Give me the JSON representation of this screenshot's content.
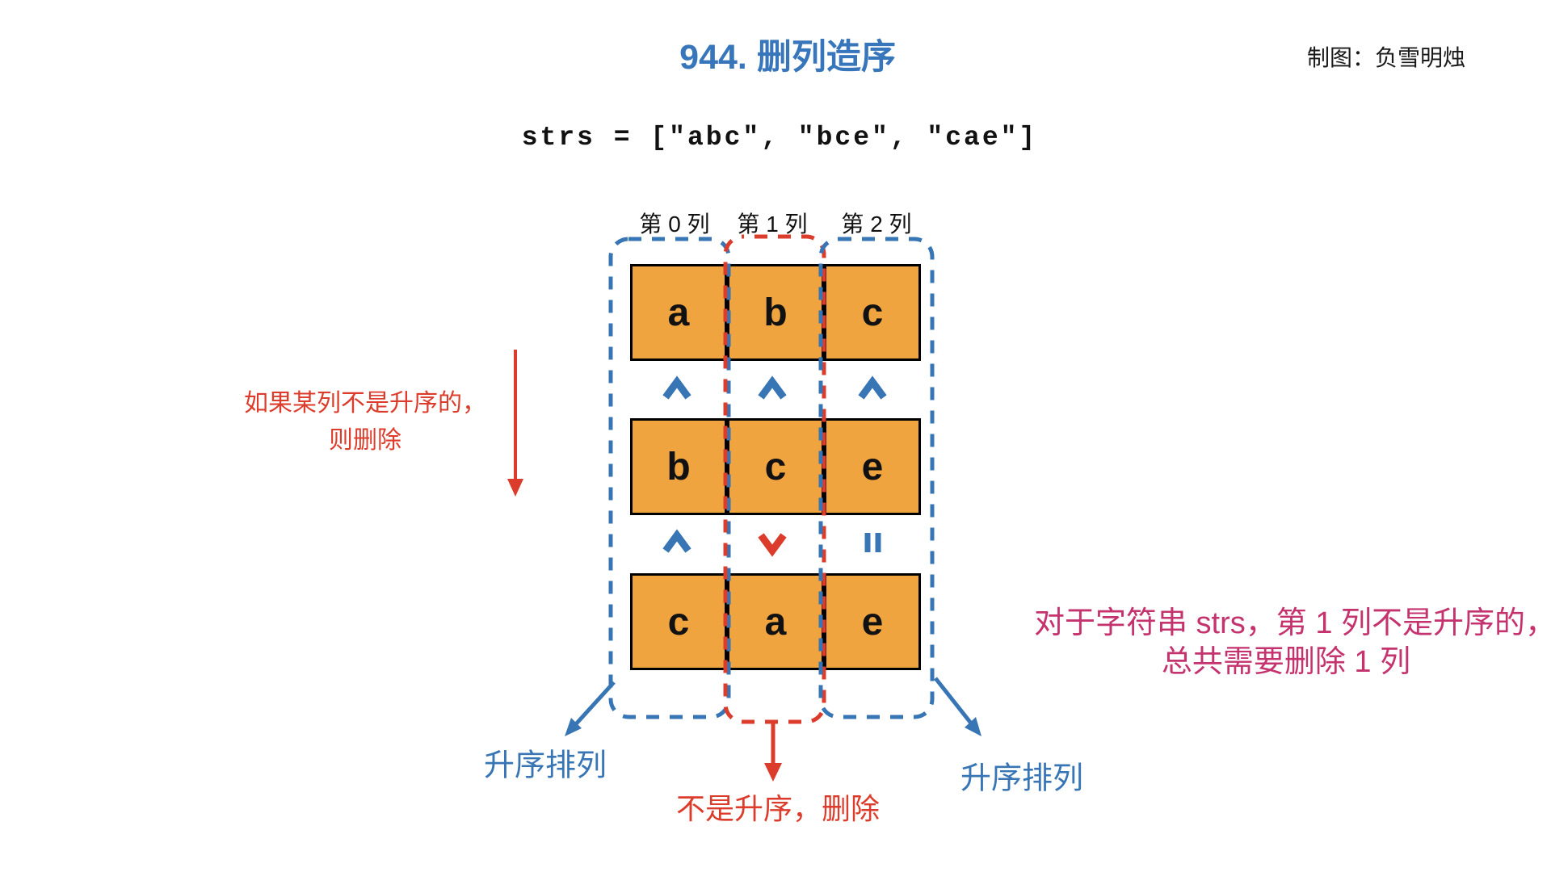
{
  "header": {
    "title": "944. 删列造序",
    "credit": "制图：负雪明烛"
  },
  "code_line": "strs = [\"abc\", \"bce\", \"cae\"]",
  "columns": {
    "headers": [
      "第 0 列",
      "第 1 列",
      "第 2 列"
    ],
    "outline_colors": [
      "blue-dashed",
      "red-dashed",
      "blue-dashed"
    ]
  },
  "grid": {
    "rows": [
      {
        "word": "abc",
        "cells": [
          "a",
          "b",
          "c"
        ]
      },
      {
        "word": "bce",
        "cells": [
          "b",
          "c",
          "e"
        ]
      },
      {
        "word": "cae",
        "cells": [
          "c",
          "a",
          "e"
        ]
      }
    ],
    "comparisons": [
      {
        "between": "row0-row1",
        "symbols": [
          "<",
          "<",
          "<"
        ],
        "colors": [
          "blue",
          "blue",
          "blue"
        ]
      },
      {
        "between": "row1-row2",
        "symbols": [
          "<",
          ">",
          "="
        ],
        "colors": [
          "blue",
          "red",
          "blue"
        ]
      }
    ]
  },
  "annotations": {
    "left_note": {
      "line1": "如果某列不是升序的，",
      "line2": "则删除"
    },
    "bottom_left_label": "升序排列",
    "bottom_center_label": "不是升序，删除",
    "bottom_right_label": "升序排列",
    "right_note": {
      "line1": "对于字符串 strs，第 1 列不是升序的，",
      "line2": "总共需要删除 1 列"
    }
  },
  "colors": {
    "blue": "#3875B5",
    "red": "#DC3C2B",
    "orange_fill": "#F0A440",
    "pink": "#C5336F",
    "text_black": "#111111"
  }
}
